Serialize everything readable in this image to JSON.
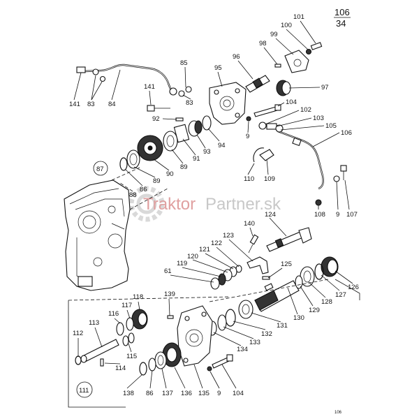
{
  "page": {
    "number_top": "106",
    "number_bottom": "34",
    "footer_code": "106"
  },
  "watermark": {
    "part1": "Traktor",
    "part2": "Partner.sk",
    "color1": "#e0a0a0",
    "color2": "#c8c8c8"
  },
  "labels": {
    "l101": "101",
    "l100": "100",
    "l99": "99",
    "l98": "98",
    "l96": "96",
    "l97": "97",
    "l95": "95",
    "l85": "85",
    "l83a": "83",
    "l83b": "83",
    "l141a": "141",
    "l141b": "141",
    "l84": "84",
    "l92": "92",
    "l104a": "104",
    "l102": "102",
    "l103": "103",
    "l105": "105",
    "l106": "106",
    "l9a": "9",
    "l94": "94",
    "l93": "93",
    "l91": "91",
    "l89a": "89",
    "l90": "90",
    "l87": "87",
    "l89b": "89",
    "l86a": "86",
    "l88": "88",
    "l110": "110",
    "l109": "109",
    "l108": "108",
    "l9b": "9",
    "l107": "107",
    "l124": "124",
    "l140": "140",
    "l123": "123",
    "l122": "122",
    "l121": "121",
    "l120": "120",
    "l119": "119",
    "l61": "61",
    "l125": "125",
    "l126": "126",
    "l127": "127",
    "l128": "128",
    "l129": "129",
    "l130": "130",
    "l131": "131",
    "l132": "132",
    "l133": "133",
    "l134": "134",
    "l139": "139",
    "l118": "118",
    "l117": "117",
    "l116": "116",
    "l113": "113",
    "l112": "112",
    "l115": "115",
    "l114": "114",
    "l111": "111",
    "l138": "138",
    "l86b": "86",
    "l137": "137",
    "l136": "136",
    "l135": "135",
    "l9c": "9",
    "l104b": "104"
  }
}
